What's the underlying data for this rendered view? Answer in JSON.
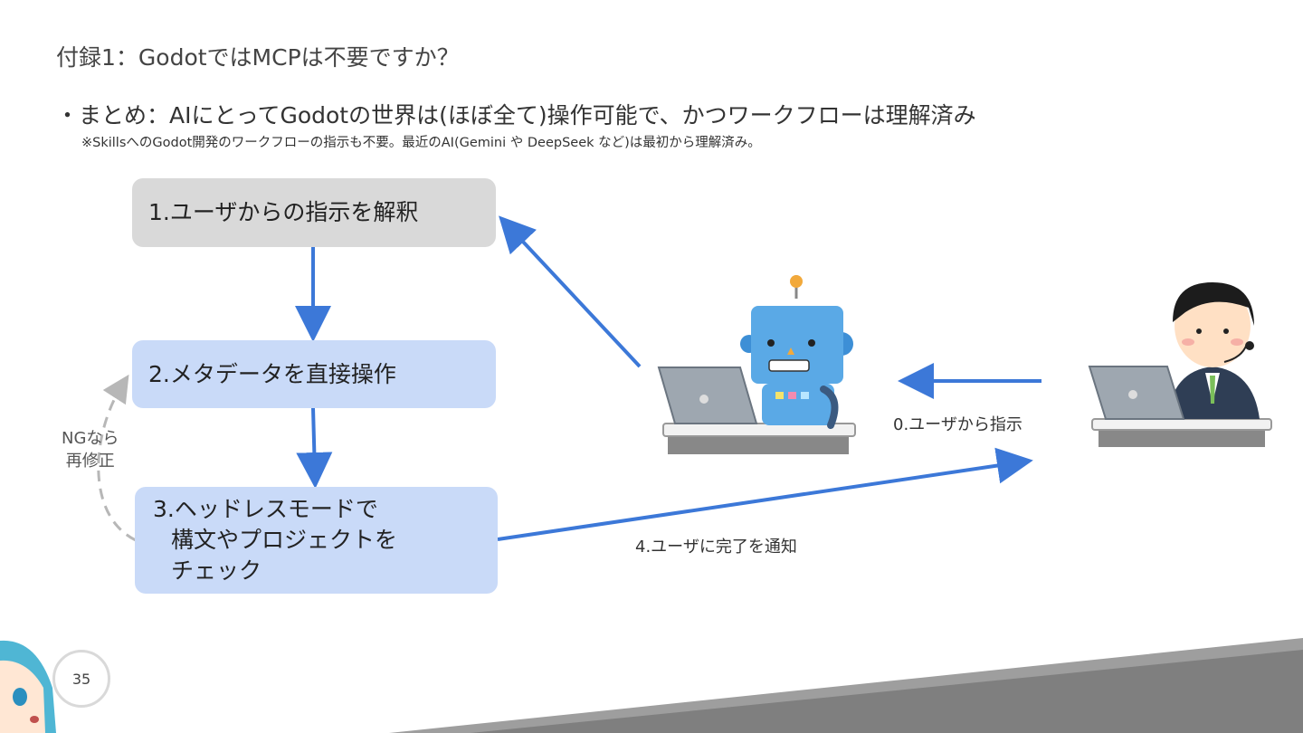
{
  "slide": {
    "title": "付録1：GodotではMCPは不要ですか？",
    "summary": "・まとめ：AIにとってGodotの世界は(ほぼ全て)操作可能で、かつワークフローは理解済み",
    "note": "※SkillsへのGodot開発のワークフローの指示も不要。最近のAI(Gemini や DeepSeek など)は最初から理解済み。",
    "page_number": "35"
  },
  "diagram": {
    "steps": [
      {
        "label": "1.ユーザからの指示を解釈"
      },
      {
        "label": "2.メタデータを直接操作"
      },
      {
        "lines": [
          "3.ヘッドレスモードで",
          "構文やプロジェクトを",
          "チェック"
        ]
      }
    ],
    "retry_label": [
      "NGなら",
      "再修正"
    ],
    "user_to_ai_label": "0.ユーザから指示",
    "notify_label": "4.ユーザに完了を通知",
    "colors": {
      "arrow": "#3c78d8",
      "step_gray": "#d9d9d9",
      "step_blue": "#c9daf8",
      "dashed": "#b7b7b7"
    }
  }
}
